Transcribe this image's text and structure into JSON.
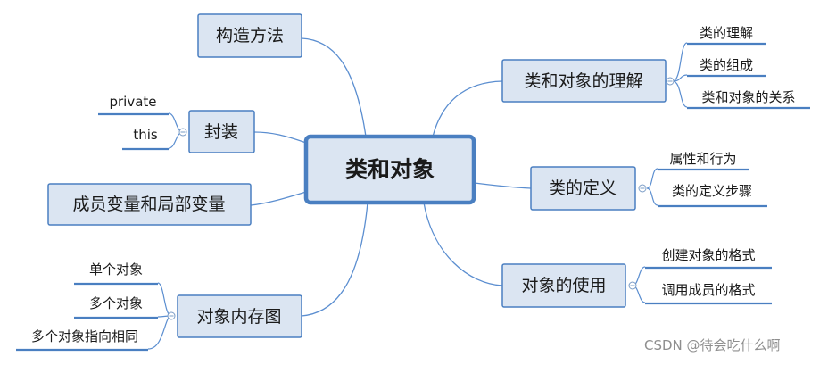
{
  "central": "类和对象",
  "branches": {
    "gouzao": "构造方法",
    "fengzhuang": "封装",
    "chengyuan": "成员变量和局部变量",
    "neicun": "对象内存图",
    "lijie": "类和对象的理解",
    "dingyi": "类的定义",
    "shiyong": "对象的使用"
  },
  "leaves": {
    "fengzhuang": [
      "private",
      "this"
    ],
    "neicun": [
      "单个对象",
      "多个对象",
      "多个对象指向相同"
    ],
    "lijie": [
      "类的理解",
      "类的组成",
      "类和对象的关系"
    ],
    "dingyi": [
      "属性和行为",
      "类的定义步骤"
    ],
    "shiyong": [
      "创建对象的格式",
      "调用成员的格式"
    ]
  },
  "watermark": "CSDN @待会吃什么啊",
  "colors": {
    "box_fill": "#dbe5f2",
    "box_border": "#4a7fc1",
    "line": "#5b8ed0"
  }
}
